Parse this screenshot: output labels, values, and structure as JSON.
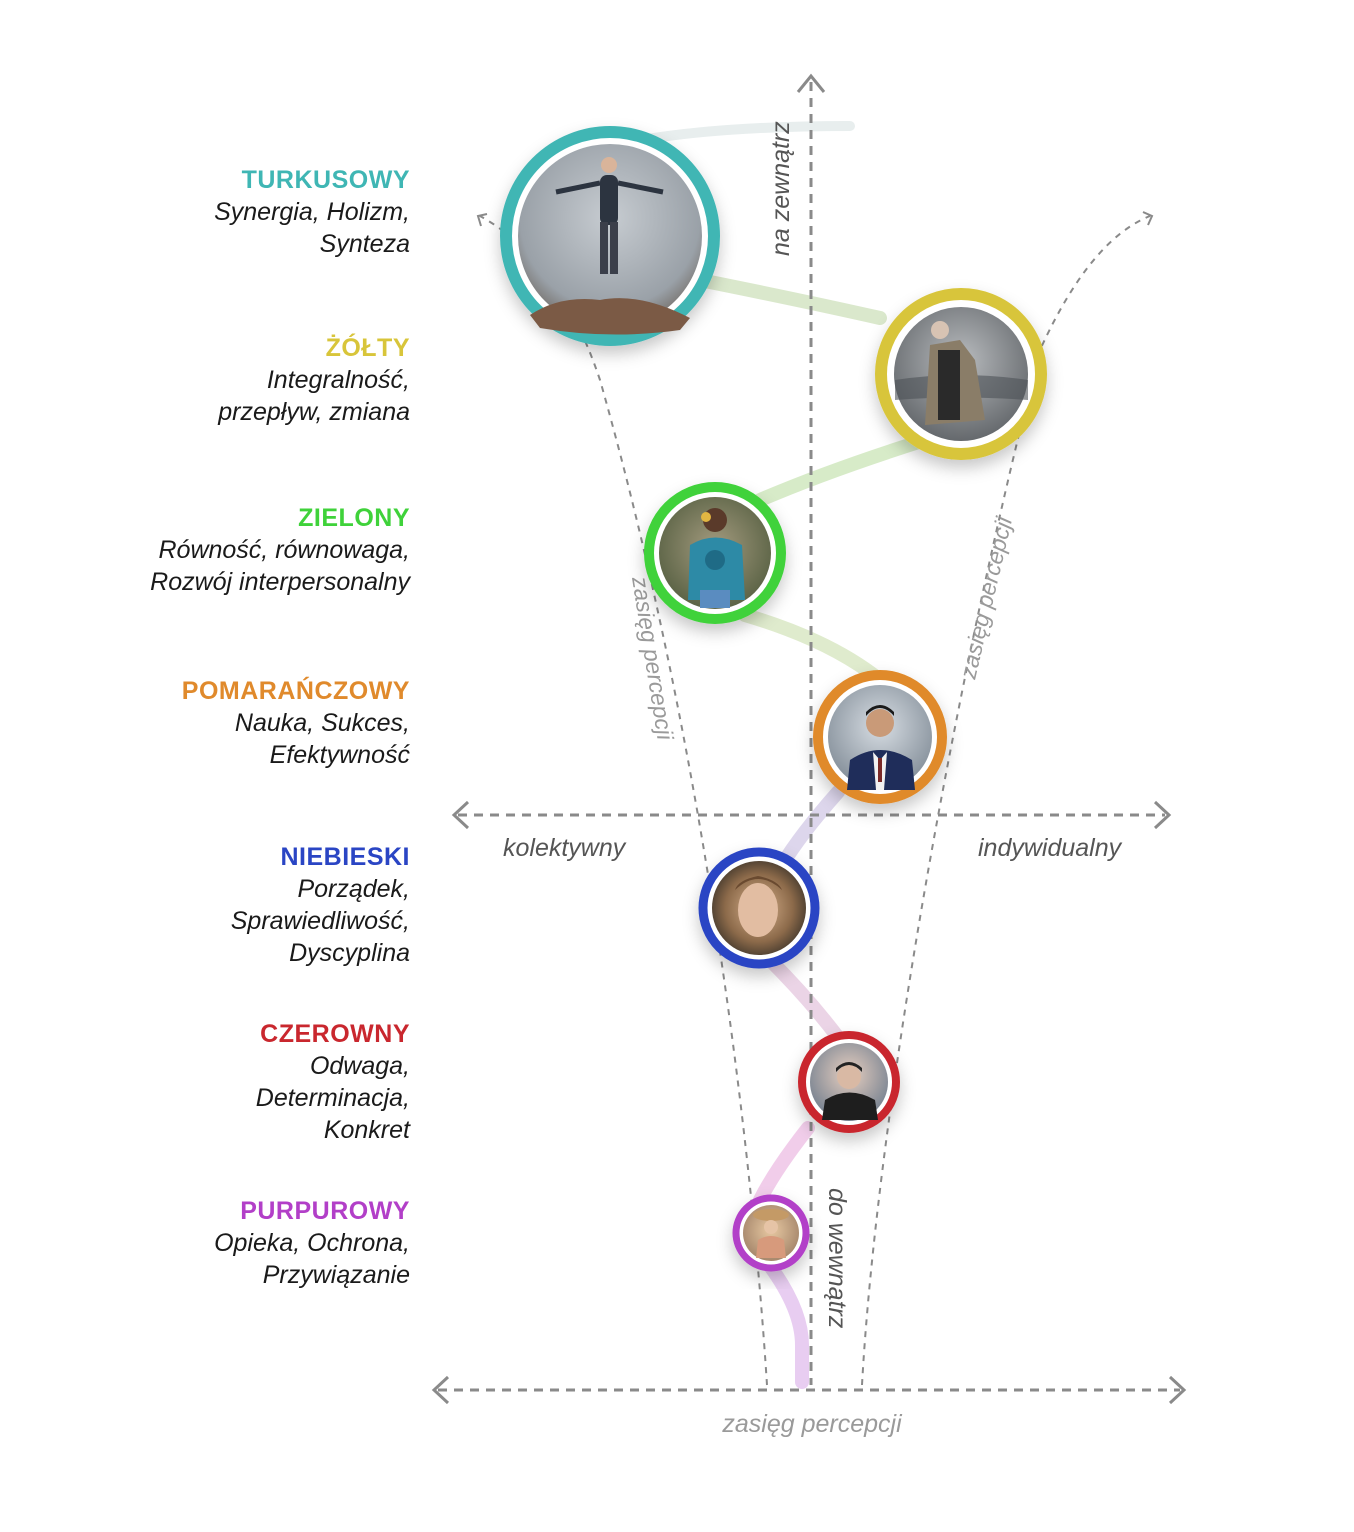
{
  "levels": [
    {
      "title": "TURKUSOWY",
      "lines": [
        "Synergia, Holizm,",
        "Synteza"
      ],
      "color": "#3fb6b4",
      "photo_icon": "man-levitating-photo"
    },
    {
      "title": "ŻÓŁTY",
      "lines": [
        "Integralność,",
        "przepływ, zmiana"
      ],
      "color": "#d8c53a",
      "photo_icon": "man-in-coat-at-sea-photo"
    },
    {
      "title": "ZIELONY",
      "lines": [
        "Równość, równowaga,",
        "Rozwój interpersonalny"
      ],
      "color": "#3fd23a",
      "photo_icon": "woman-with-flower-photo"
    },
    {
      "title": "POMARAŃCZOWY",
      "lines": [
        "Nauka, Sukces,",
        "Efektywność"
      ],
      "color": "#e08a2c",
      "photo_icon": "man-in-suit-photo"
    },
    {
      "title": "NIEBIESKI",
      "lines": [
        "Porządek,",
        "Sprawiedliwość,",
        "Dyscyplina"
      ],
      "color": "#2a45c4",
      "photo_icon": "woman-portrait-photo"
    },
    {
      "title": "CZEROWNY",
      "lines": [
        "Odwaga,",
        "Determinacja,",
        "Konkret"
      ],
      "color": "#c9272e",
      "photo_icon": "man-in-jacket-photo"
    },
    {
      "title": "PURPUROWY",
      "lines": [
        "Opieka, Ochrona,",
        "Przywiązanie"
      ],
      "color": "#b23fc8",
      "photo_icon": "woman-in-hat-photo"
    }
  ],
  "axes": {
    "outward": "na zewnątrz",
    "inward": "do wewnątrz",
    "collective": "kolektywny",
    "individual": "indywidualny",
    "perception_left": "zasięg percepcji",
    "perception_right": "zasięg percepcji",
    "perception_bottom": "zasięg percepcji"
  },
  "colors": {
    "axis": "#8a8a8a",
    "axis_text": "#555555",
    "muted_text": "#9a9a9a"
  }
}
